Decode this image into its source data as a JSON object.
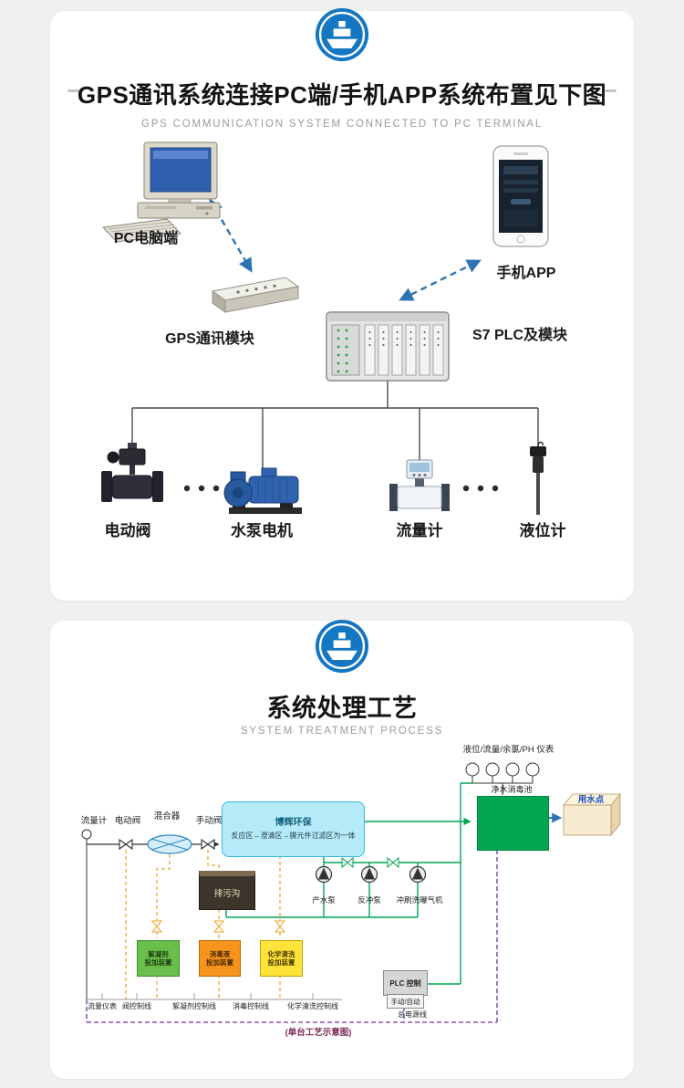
{
  "colors": {
    "page_bg": "#f0f0f1",
    "card_bg": "#ffffff",
    "badge_blue": "#1577c2",
    "link_arrow_blue": "#2e74b5",
    "tank_green": "#00a651",
    "unit_cyan": "#b5ebf9",
    "doser_green": "#6abf4b",
    "doser_orange": "#f7941d",
    "doser_yellow": "#ffe33a",
    "dosing_line_orange": "#f0a830",
    "power_line_purple": "#7030a0"
  },
  "icons": {
    "header_badge": "ship-logo-icon",
    "valve_symbol": "bowtie-valve",
    "pump_symbol": "circle-triangle-pump",
    "mixer_symbol": "crossed-ellipse"
  },
  "card1": {
    "title": "GPS通讯系统连接PC端/手机APP系统布置见下图",
    "subtitle": "GPS COMMUNICATION SYSTEM CONNECTED TO PC TERMINAL",
    "labels": {
      "pc": "PC电脑端",
      "phone": "手机APP",
      "gps_module": "GPS通讯模块",
      "plc": "S7 PLC及模块",
      "valve": "电动阀",
      "pump": "水泵电机",
      "flow_meter": "流量计",
      "level_meter": "液位计"
    }
  },
  "card2": {
    "title": "系统处理工艺",
    "subtitle": "SYSTEM TREATMENT PROCESS",
    "diagram": {
      "instruments": "液位/流量/余氯/PH 仪表",
      "clean_tank": "净水消毒池",
      "use_point": "用水点",
      "flow_meter": "流量计",
      "electric_valve": "电动阀",
      "mixer": "混合器",
      "manual_valve": "手动阀",
      "unit_brand": "博辉环保",
      "unit_desc": "反应区→澄清区→膜元件过滤区为一体",
      "drain": "排污沟",
      "product_pump": "产水泵",
      "backwash_pump": "反冲泵",
      "aerator": "冲刷洗曝气机",
      "doser1_line1": "絮凝剂",
      "doser1_line2": "投加装置",
      "doser2_line1": "消毒液",
      "doser2_line2": "投加装置",
      "doser3_line1": "化学清洗",
      "doser3_line2": "投加装置",
      "plc_title": "PLC 控制",
      "plc_mode": "手动/自动",
      "legend": [
        "流量仪表",
        "阀控制线",
        "絮凝剂控制线",
        "消毒控制线",
        "化学清洗控制线"
      ],
      "power_line": "总电源线",
      "caption": "(单台工艺示意图)"
    }
  }
}
